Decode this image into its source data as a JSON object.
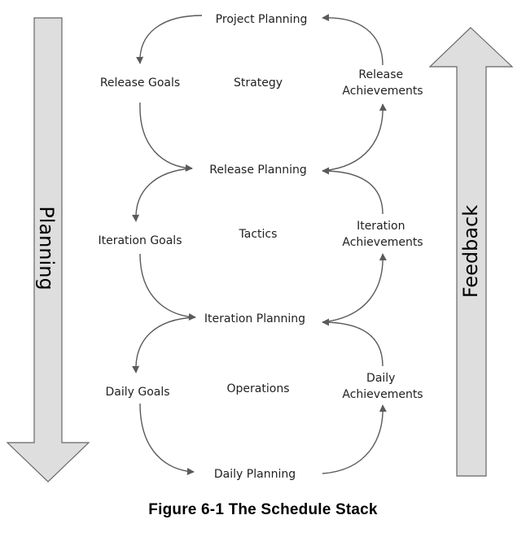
{
  "big_arrows": {
    "planning": {
      "label": "Planning",
      "direction": "down",
      "fill": "#dedede",
      "stroke": "#666666"
    },
    "feedback": {
      "label": "Feedback",
      "direction": "up",
      "fill": "#dedede",
      "stroke": "#666666"
    }
  },
  "levels": [
    {
      "name": "release",
      "band_label": "Strategy",
      "planning_node": "Project Planning",
      "goal_node": "Release Goals",
      "achievement_node": [
        "Release",
        "Achievements"
      ]
    },
    {
      "name": "iteration",
      "band_label": "Tactics",
      "planning_node": "Release Planning",
      "goal_node": "Iteration Goals",
      "achievement_node": [
        "Iteration",
        "Achievements"
      ]
    },
    {
      "name": "daily",
      "band_label": "Operations",
      "planning_node": "Iteration Planning",
      "goal_node": "Daily Goals",
      "achievement_node": [
        "Daily",
        "Achievements"
      ]
    }
  ],
  "bottom_node": "Daily Planning",
  "caption": "Figure 6-1 The Schedule Stack",
  "colors": {
    "connector": "#5a5a5a",
    "text": "#222222"
  }
}
